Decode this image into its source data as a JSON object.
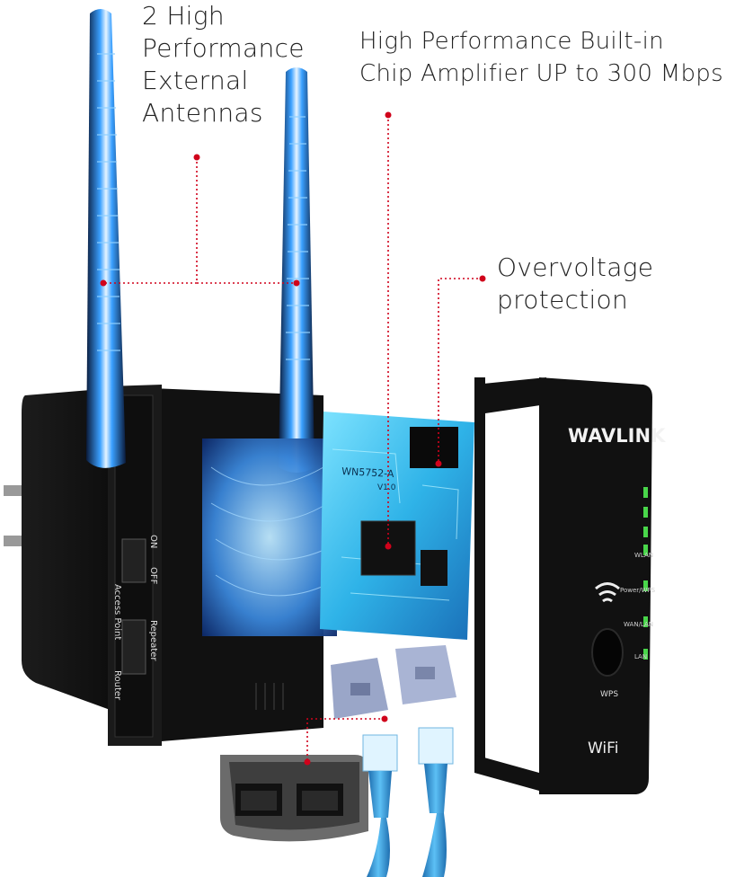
{
  "callouts": {
    "antennas": [
      "2 High",
      "Performance",
      "External",
      "Antennas"
    ],
    "chip": [
      "High Performance Built-in",
      "Chip Amplifier UP to 300 Mbps"
    ],
    "overvoltage": [
      "Overvoltage",
      "protection"
    ]
  },
  "device": {
    "brand": "WAVLINK",
    "wifi_logo": "WiFi",
    "wps_label": "WPS",
    "led_labels": [
      "WLAN",
      "Power/WPS",
      "WAN/LAN",
      "LAN"
    ],
    "switch1": [
      "ON",
      "OFF"
    ],
    "switch2": [
      "Repeater",
      "Access Point",
      "Router"
    ],
    "chip_marking": "WN5752-A",
    "chip_version": "V1.0"
  },
  "colors": {
    "callout_line": "#d0021b",
    "antenna_glow": "#3aa0ff",
    "device_body": "#141414",
    "cable": "#3e9fe0"
  },
  "icons": [
    "wifi-signal-icon",
    "ethernet-port-icon",
    "ethernet-cable-icon",
    "power-plug-icon"
  ]
}
